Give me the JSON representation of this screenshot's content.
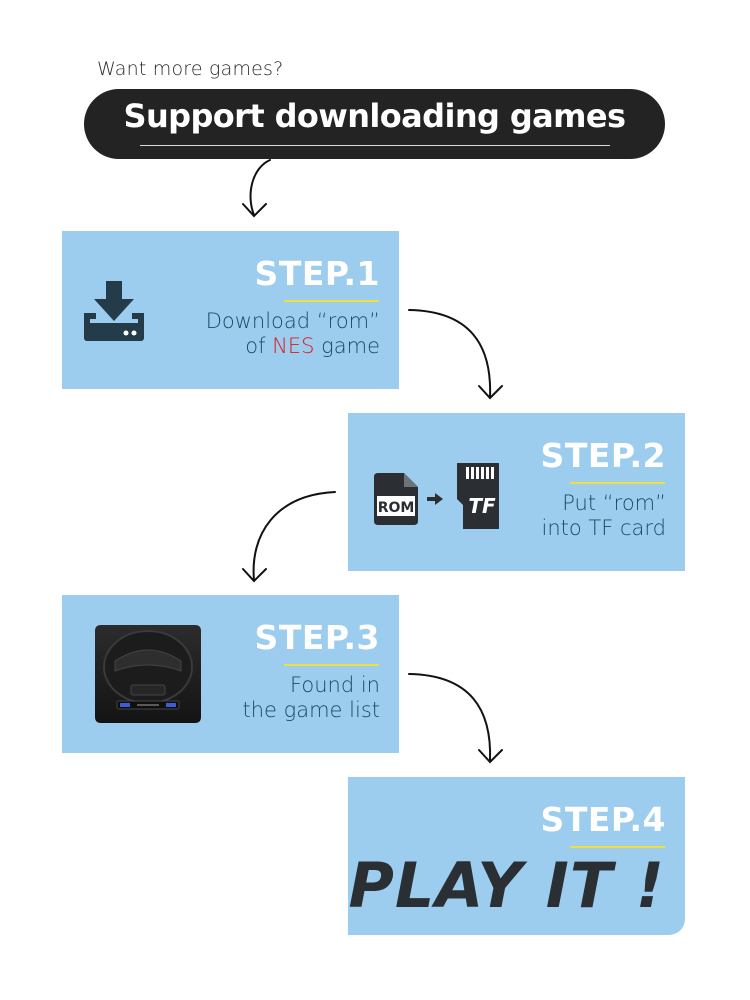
{
  "header": {
    "intro": "Want more games?",
    "banner": "Support downloading games"
  },
  "steps": [
    {
      "title": "STEP.1",
      "line1": "Download “rom”",
      "line2_pre": "of ",
      "line2_highlight": "NES",
      "line2_post": " game",
      "icon": "download-icon"
    },
    {
      "title": "STEP.2",
      "line1": "Put “rom”",
      "line2": "into TF card",
      "icons": [
        "rom-file-icon",
        "arrow-right-icon",
        "tf-card-icon"
      ],
      "rom_label": "ROM",
      "tf_label": "TF"
    },
    {
      "title": "STEP.3",
      "line1": "Found in",
      "line2": "the game list",
      "icon": "game-console-icon"
    },
    {
      "title": "STEP.4",
      "play": "PLAY IT !"
    }
  ],
  "colors": {
    "card": "#9ccdee",
    "banner": "#232323",
    "underline": "#f0df3a",
    "description": "#1c4a63",
    "highlight": "#e01a1a"
  }
}
